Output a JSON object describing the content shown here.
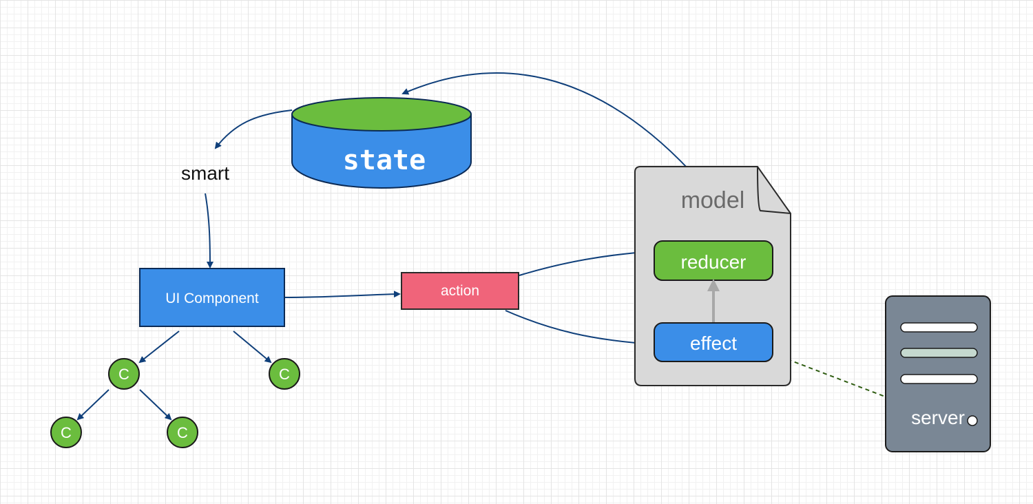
{
  "diagram": {
    "nodes": {
      "state": "state",
      "smart": "smart",
      "ui_component": "UI Component",
      "action": "action",
      "model": "model",
      "reducer": "reducer",
      "effect": "effect",
      "server": "server",
      "child": "C"
    },
    "colors": {
      "state_body": "#3b8ee8",
      "state_top": "#6bbd3e",
      "ui_component": "#3b8ee8",
      "action": "#f0647a",
      "model": "#d9d9d9",
      "reducer": "#6bbd3e",
      "effect": "#3b8ee8",
      "server": "#7a8795",
      "child": "#6bbd3e",
      "edge": "#0f3f7a",
      "edge_dashed": "#2f5d12",
      "edge_internal": "#a8a8a8"
    }
  }
}
